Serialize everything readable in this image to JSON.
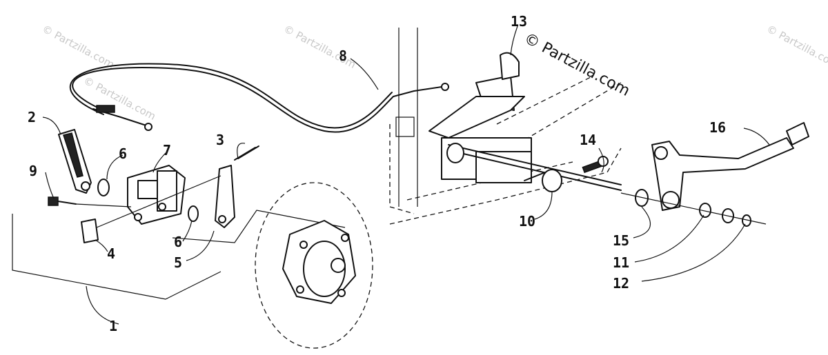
{
  "watermarks": {
    "main": "© Partzilla.com",
    "faint": "© Partzilla.com"
  },
  "callouts": {
    "p1": "1",
    "p2": "2",
    "p3": "3",
    "p4": "4",
    "p5": "5",
    "p6a": "6",
    "p6b": "6",
    "p7": "7",
    "p8": "8",
    "p9": "9",
    "p10": "10",
    "p11": "11",
    "p12": "12",
    "p13": "13",
    "p14": "14",
    "p15": "15",
    "p16": "16"
  }
}
